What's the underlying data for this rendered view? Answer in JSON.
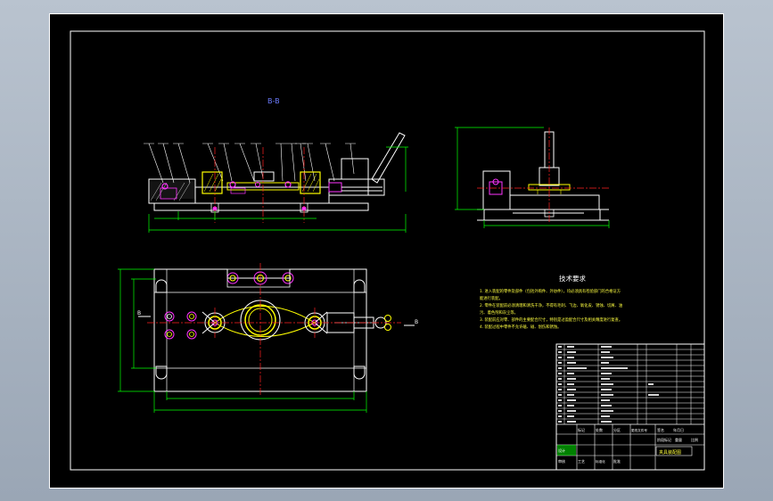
{
  "drawing": {
    "section_label": "B-B",
    "section_marker_left": "B",
    "section_marker_right": "B",
    "tech_title": "技术要求",
    "tech_notes": [
      "1. 进入装配的零件及部件（包括外购件、外协件），均必须具有检验部门的合格证方",
      "   能进行装配。",
      "2. 零件在装配前必须清理和清洗干净，不得有毛刺、飞边、氧化皮、锈蚀、切屑、油",
      "   污、着色剂和灰尘等。",
      "3. 装配前应对零、部件的主要配合尺寸，特别是过盈配合尺寸及相关精度进行复查。",
      "4. 装配过程中零件不允许磕、碰、划伤和锈蚀。"
    ],
    "title_block": {
      "header_labels": [
        "标记",
        "处数",
        "分区",
        "更改文件号",
        "签名",
        "年月日"
      ],
      "row_labels": [
        "设计",
        "审核",
        "工艺",
        "标准化",
        "批准"
      ],
      "col_labels": [
        "阶段标记",
        "重量",
        "比例"
      ],
      "drawing_name": "夹具装配图"
    }
  },
  "colors": {
    "background": "#000000",
    "outline": "#ffffff",
    "dimension": "#00ff00",
    "centerline": "#ff2020",
    "part_yellow": "#ffff00",
    "part_magenta": "#ff33ff",
    "text_yellow": "#ffff40",
    "blue_label": "#6c7cff"
  }
}
